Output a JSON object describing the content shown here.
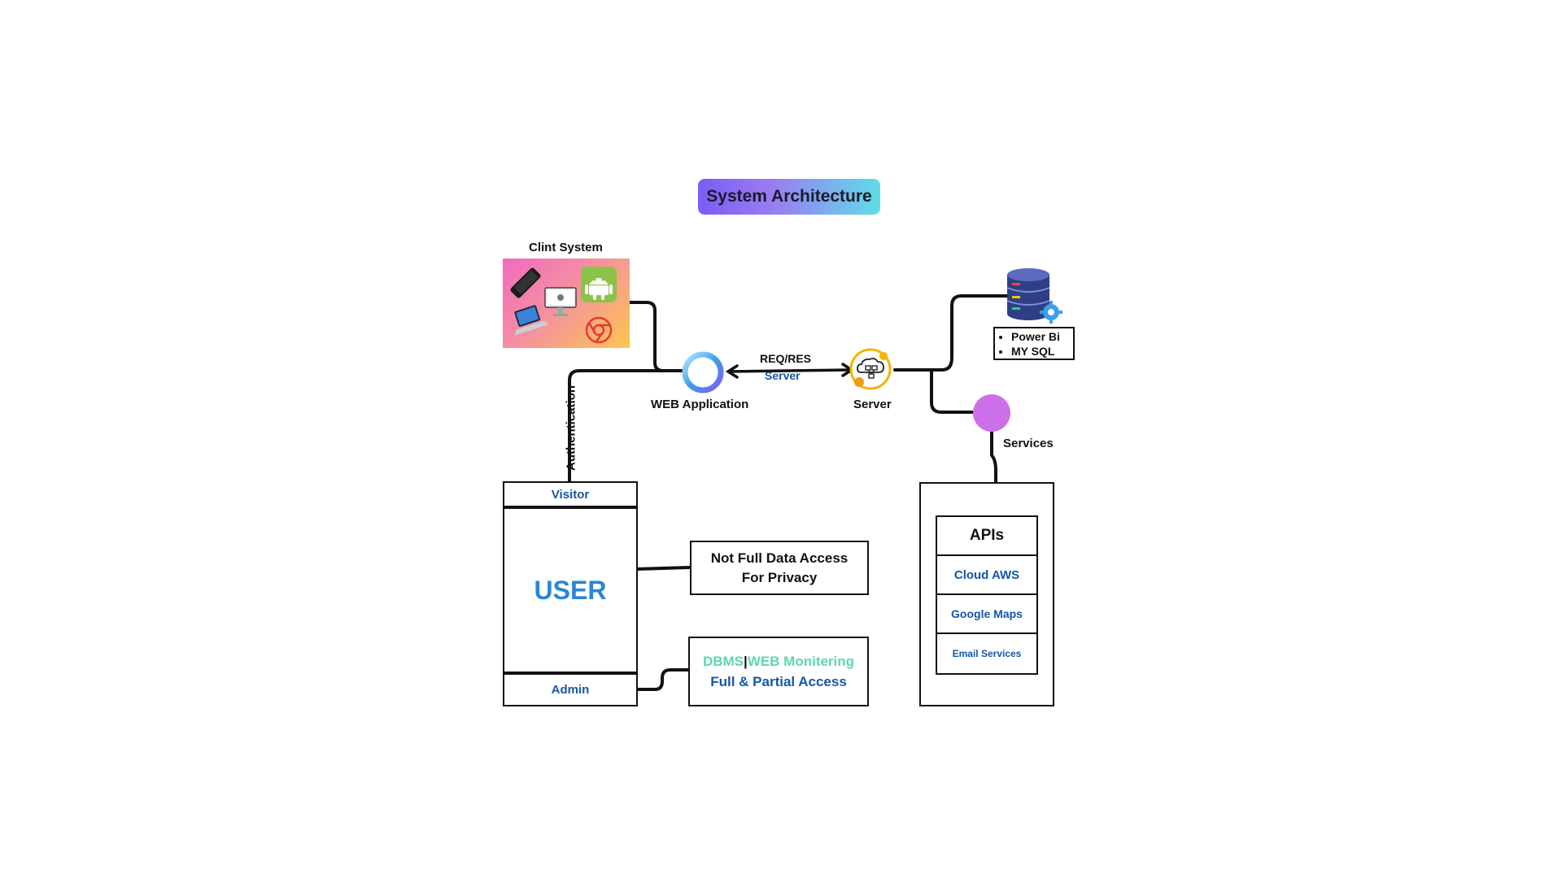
{
  "title": "System Architecture",
  "client": {
    "label": "Clint System",
    "icons": [
      "phone-icon",
      "desktop-icon",
      "android-icon",
      "laptop-icon",
      "chrome-icon"
    ]
  },
  "web_app": {
    "label": "WEB Application"
  },
  "link": {
    "top": "REQ/RES",
    "bottom": "Server"
  },
  "server": {
    "label": "Server"
  },
  "database": {
    "items": [
      "Power Bi",
      "MY SQL"
    ]
  },
  "services": {
    "label": "Services"
  },
  "auth": {
    "label": "Authentication"
  },
  "user": {
    "visitor": "Visitor",
    "title": "USER",
    "admin": "Admin"
  },
  "privacy_box": {
    "line1": "Not Full Data Access",
    "line2": "For Privacy"
  },
  "access_box": {
    "dbms": "DBMS",
    "sep": "|",
    "web": "WEB Monitering",
    "line2": "Full & Partial Access"
  },
  "apis": {
    "title": "APIs",
    "items": [
      "Cloud AWS",
      "Google Maps",
      "Email Services"
    ]
  },
  "colors": {
    "accent_blue": "#1456a8",
    "teal": "#5fd6b4",
    "purple_node": "#cc6fe8",
    "user_blue": "#2b86d4"
  }
}
